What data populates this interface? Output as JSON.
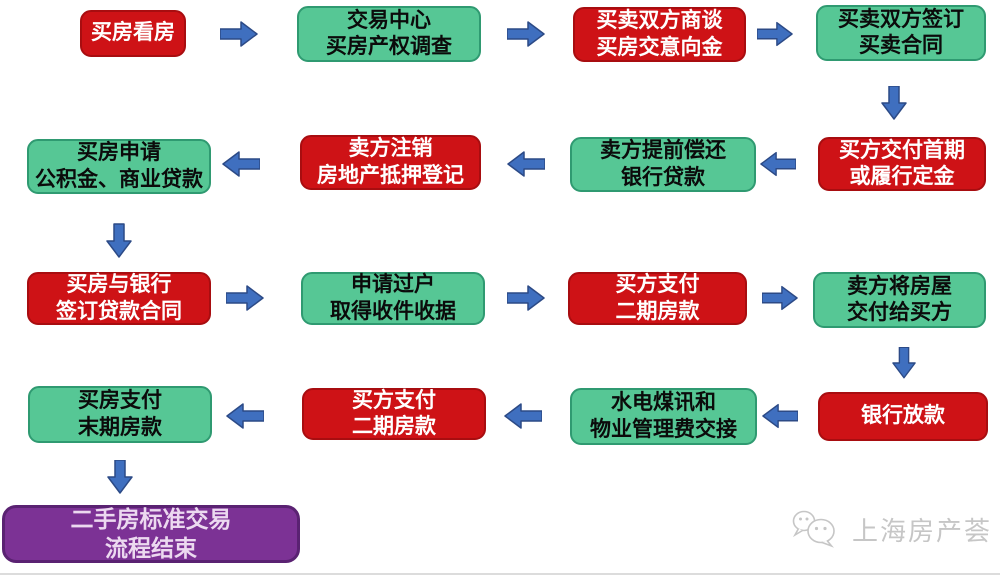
{
  "colors": {
    "red": "#ce1216",
    "red_border": "#a80d10",
    "green": "#56c795",
    "green_border": "#2f9a71",
    "purple": "#7c3295",
    "purple_border": "#5a2272",
    "arrow": "#3f6fbf",
    "arrow_border": "#2c4a86",
    "watermark": "#c6c6c6"
  },
  "nodes": {
    "view_house": {
      "text": "买房看房",
      "color": "red"
    },
    "title_search": {
      "text": "交易中心\n买房产权调查",
      "color": "green"
    },
    "negotiate_deposit": {
      "text": "买卖双方商谈\n买房交意向金",
      "color": "red"
    },
    "sign_contract": {
      "text": "买卖双方签订\n买卖合同",
      "color": "green"
    },
    "pay_downpayment": {
      "text": "买方交付首期\n或履行定金",
      "color": "red"
    },
    "seller_repay_loan": {
      "text": "卖方提前偿还\n银行贷款",
      "color": "green"
    },
    "cancel_mortgage": {
      "text": "卖方注销\n房地产抵押登记",
      "color": "red"
    },
    "apply_loan": {
      "text": "买房申请\n公积金、商业贷款",
      "color": "green"
    },
    "sign_loan_contract": {
      "text": "买房与银行\n签订贷款合同",
      "color": "red"
    },
    "transfer_application": {
      "text": "申请过户\n取得收件收据",
      "color": "green"
    },
    "pay_second_installment": {
      "text": "买方支付\n二期房款",
      "color": "red"
    },
    "house_handover": {
      "text": "卖方将房屋\n交付给买方",
      "color": "green"
    },
    "bank_disbursement": {
      "text": "银行放款",
      "color": "red"
    },
    "utilities_handover": {
      "text": "水电煤讯和\n物业管理费交接",
      "color": "green"
    },
    "pay_second_installment_2": {
      "text": "买方支付\n二期房款",
      "color": "red"
    },
    "pay_final_installment": {
      "text": "买房支付\n末期房款",
      "color": "green"
    },
    "process_end": {
      "text": "二手房标准交易\n流程结束",
      "color": "purple"
    }
  },
  "flow_sequence": [
    "view_house",
    "title_search",
    "negotiate_deposit",
    "sign_contract",
    "pay_downpayment",
    "seller_repay_loan",
    "cancel_mortgage",
    "apply_loan",
    "sign_loan_contract",
    "transfer_application",
    "pay_second_installment",
    "house_handover",
    "bank_disbursement",
    "utilities_handover",
    "pay_second_installment_2",
    "pay_final_installment",
    "process_end"
  ],
  "watermark": {
    "text": "上海房产荟",
    "icon": "wechat-icon"
  }
}
